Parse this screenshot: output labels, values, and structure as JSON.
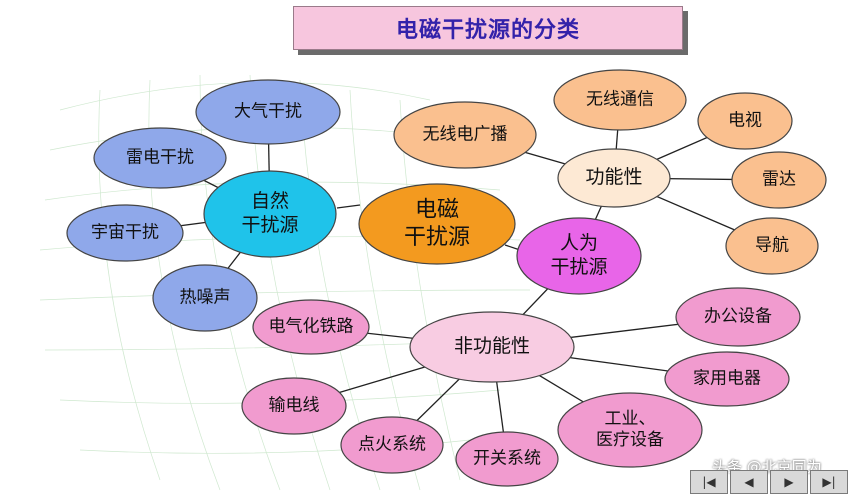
{
  "title": "电磁干扰源的分类",
  "colors": {
    "center": "#f39a1f",
    "natural": "#1fc3ea",
    "natural_leaf": "#8fa8ea",
    "human": "#e865e8",
    "functional": "#fde9d4",
    "functional_leaf": "#fac08f",
    "nonfunctional": "#f8cce2",
    "nonfunctional_leaf": "#f19bcf",
    "title_text": "#3322aa"
  },
  "nodes": {
    "center": [
      "电磁",
      "干扰源"
    ],
    "natural": [
      "自然",
      "干扰源"
    ],
    "human": [
      "人为",
      "干扰源"
    ],
    "functional": "功能性",
    "nonfunctional": "非功能性",
    "natural_items": [
      "大气干扰",
      "雷电干扰",
      "宇宙干扰",
      "热噪声"
    ],
    "functional_items": [
      "无线电广播",
      "无线通信",
      "电视",
      "雷达",
      "导航"
    ],
    "nonfunctional_items": [
      "电气化铁路",
      "输电线",
      "点火系统",
      "开关系统",
      "工业、\n医疗设备",
      "家用电器",
      "办公设备"
    ]
  },
  "watermark": "头条 @北京同为",
  "nav": {
    "icons": [
      "first-icon",
      "prev-icon",
      "next-icon",
      "last-icon"
    ]
  }
}
